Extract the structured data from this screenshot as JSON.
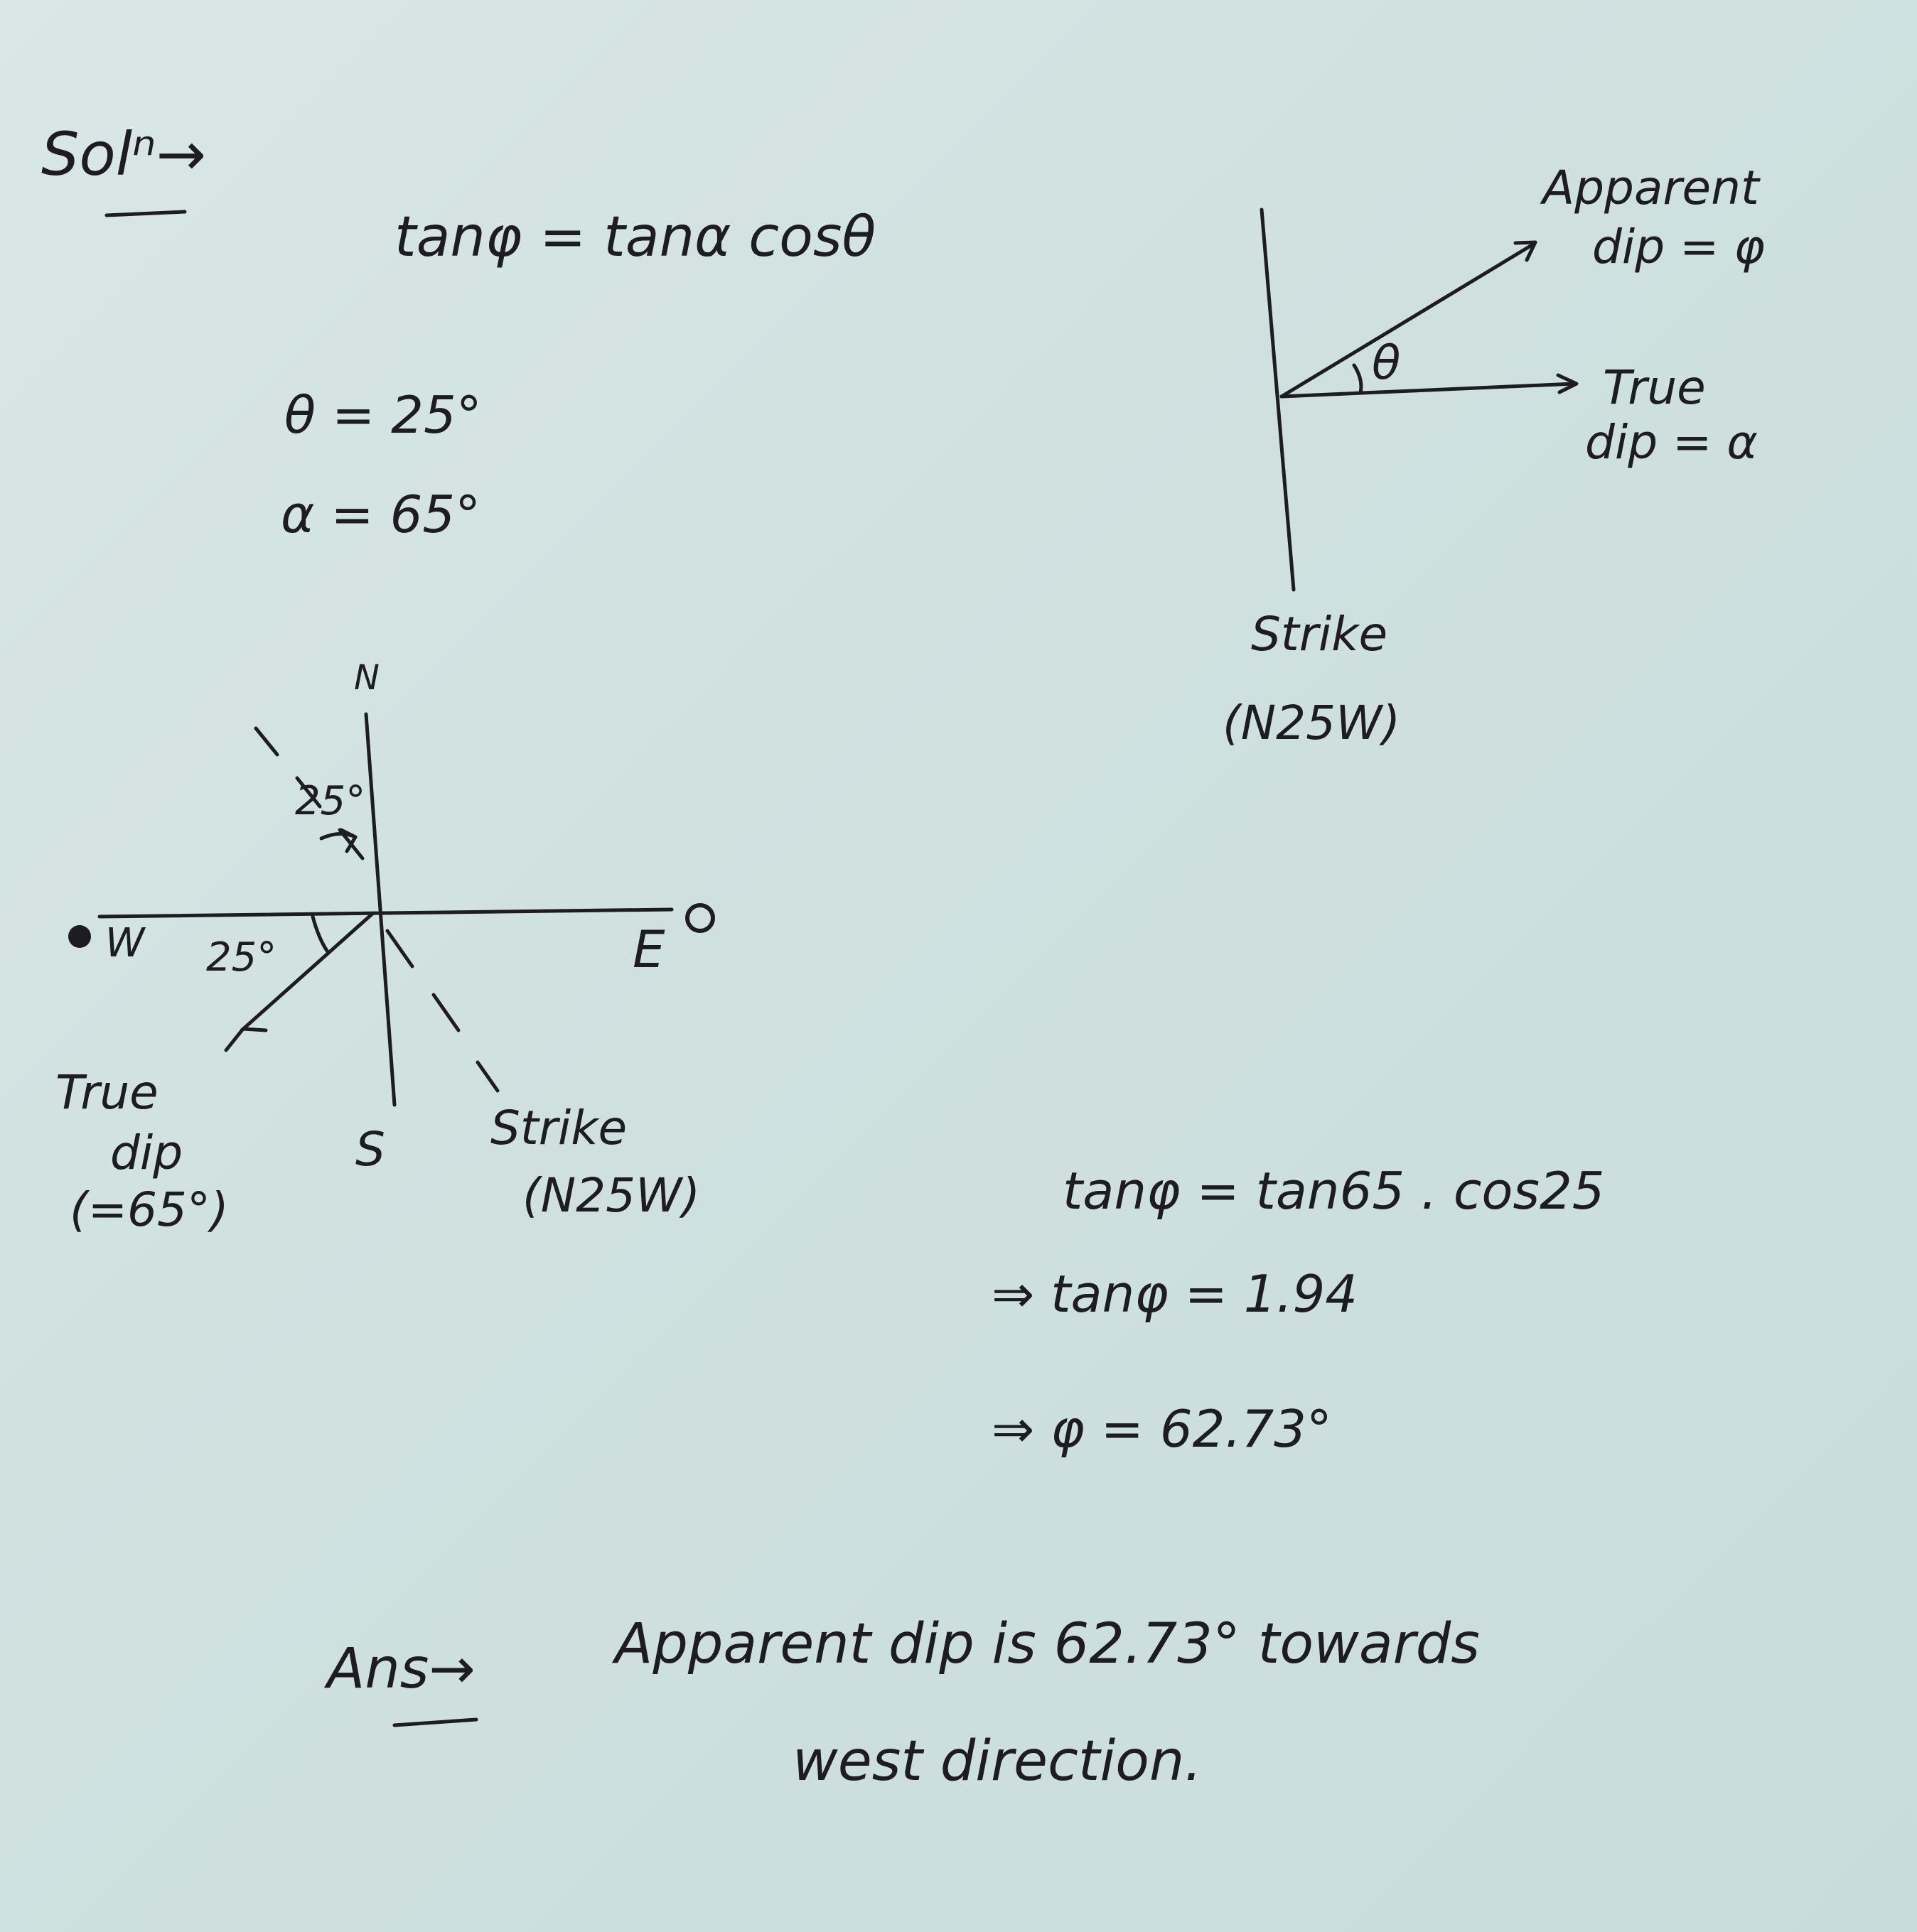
{
  "heading": "Solⁿ→",
  "formula": "tanφ = tanα cosθ",
  "given": {
    "theta": "θ = 25°",
    "alpha": "α = 65°"
  },
  "top_diagram": {
    "apparent_line1": "Apparent",
    "apparent_line2": "dip = φ",
    "theta_label": "θ",
    "true_line1": "True",
    "true_line2": "dip = α",
    "strike_line1": "Strike",
    "strike_line2": "(N25W)"
  },
  "compass": {
    "north": "N",
    "south": "S",
    "east": "E",
    "west": "W",
    "angle_top": "25°",
    "angle_left": "25°",
    "true_dip_line1": "True",
    "true_dip_line2": "dip",
    "true_dip_line3": "(=65°)",
    "strike_line1": "Strike",
    "strike_line2": "(N25W)"
  },
  "calculation": {
    "step1": "tanφ = tan65 . cos25",
    "step2": "⇒ tanφ = 1.94",
    "step3": "⇒ φ = 62.73°"
  },
  "answer": {
    "label": "Ans→",
    "line1": "Apparent dip is 62.73° towards",
    "line2": "west direction."
  }
}
